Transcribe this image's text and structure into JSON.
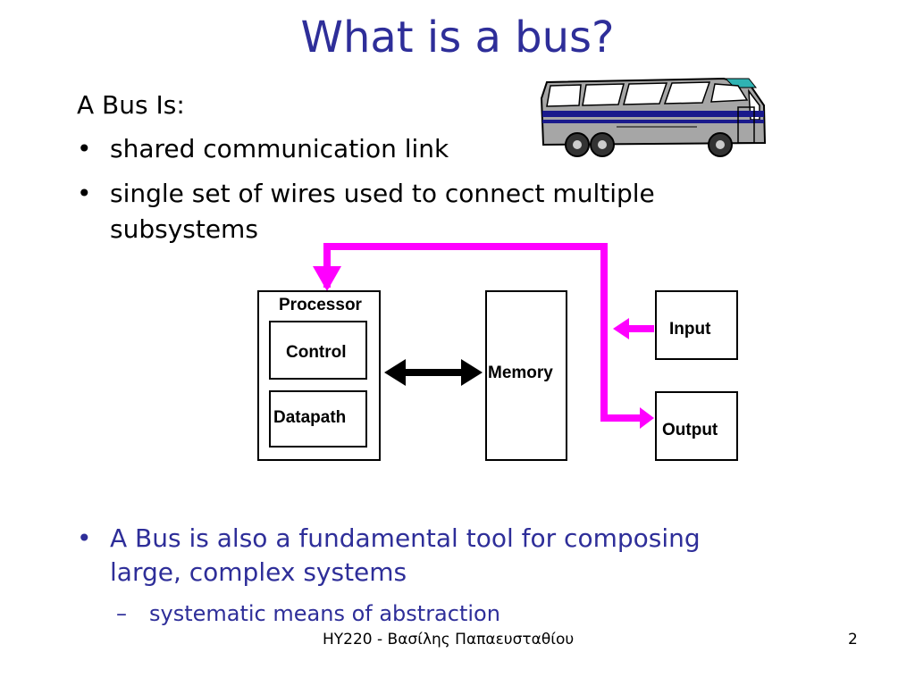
{
  "title": "What is a bus?",
  "intro": "A Bus Is:",
  "bullets": [
    {
      "marker": "•",
      "text": "shared communication link"
    },
    {
      "marker": "•",
      "text_line1": "single set of wires used to connect multiple",
      "text_line2": "subsystems"
    }
  ],
  "diagram": {
    "processor_label": "Processor",
    "control_label": "Control",
    "datapath_label": "Datapath",
    "memory_label": "Memory",
    "input_label": "Input",
    "output_label": "Output",
    "bus_color": "#ff00ff"
  },
  "bottom_bullet": {
    "marker": "•",
    "line1": "A Bus is also a fundamental tool for composing",
    "line2": "large, complex systems"
  },
  "sub_bullet": {
    "marker": "–",
    "text": "systematic means of abstraction"
  },
  "footer": {
    "text": "HY220 - Βασίλης Παπαευσταθίου",
    "page_number": "2"
  },
  "colors": {
    "title": "#2e2e99",
    "accent_text": "#2e2e99",
    "bus_stripe": "#1a1a8c",
    "bus_body": "#a6a6a6"
  },
  "icons": {
    "bus": "bus-illustration"
  }
}
